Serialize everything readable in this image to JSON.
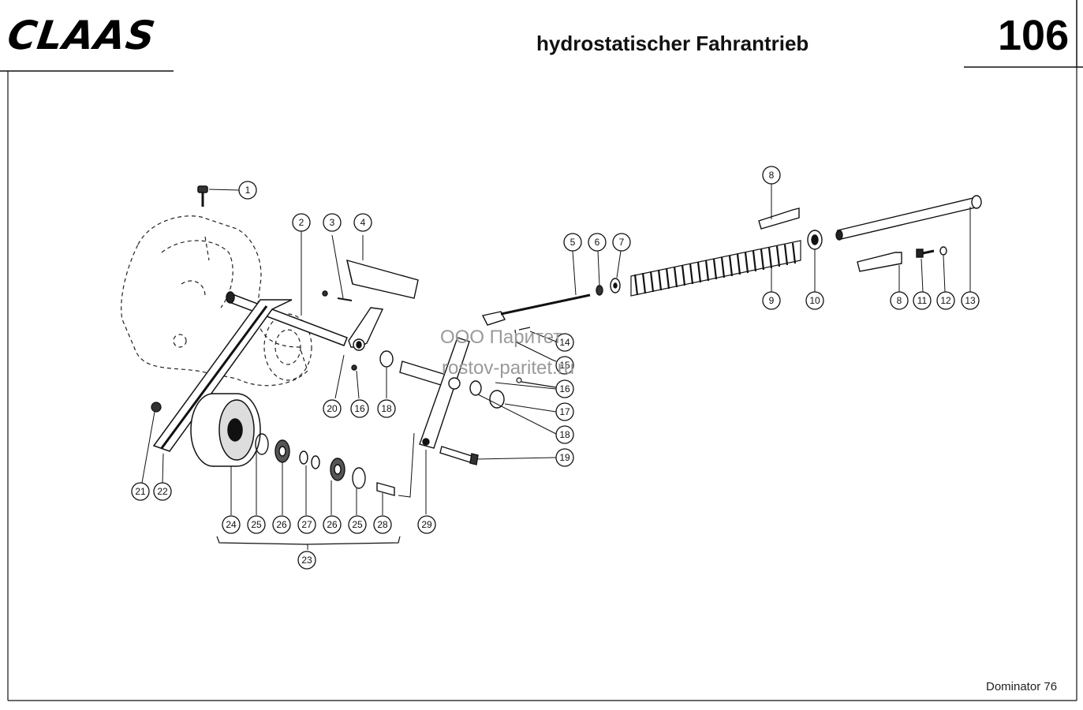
{
  "header": {
    "brand": "CLAAS",
    "title": "hydrostatischer Fahrantrieb",
    "page_number": "106"
  },
  "footer": {
    "model": "Dominator 76"
  },
  "watermark": {
    "line1": "ООО Паритет",
    "line2": "rostov-paritet.ru"
  },
  "callouts": [
    "1",
    "2",
    "3",
    "4",
    "5",
    "6",
    "7",
    "8",
    "9",
    "10",
    "8",
    "11",
    "12",
    "13",
    "14",
    "15",
    "16",
    "17",
    "18",
    "19",
    "20",
    "16",
    "18",
    "21",
    "22",
    "24",
    "25",
    "26",
    "27",
    "26",
    "25",
    "28",
    "29",
    "23"
  ]
}
